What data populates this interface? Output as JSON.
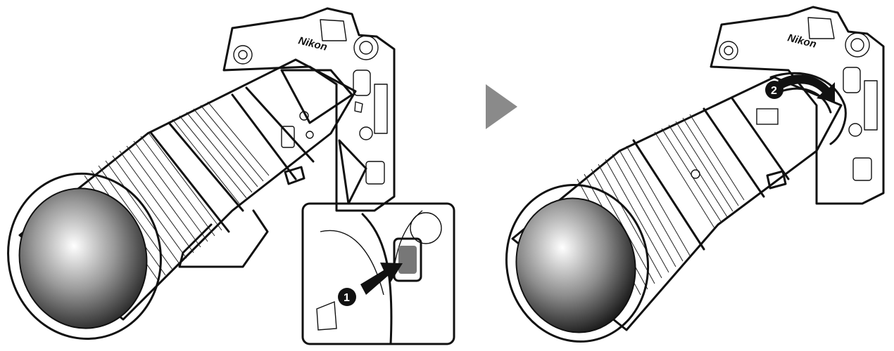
{
  "diagram": {
    "brand_mark": "Nikon",
    "steps": [
      {
        "number": "1",
        "motion": "press",
        "panel": "left-inset"
      },
      {
        "number": "2",
        "motion": "rotate",
        "panel": "right"
      }
    ],
    "colors": {
      "ink": "#111111",
      "background": "#ffffff",
      "next_arrow": "#8a8a8a"
    },
    "icons": [
      "next-step-arrow-icon",
      "push-arrow-icon",
      "rotate-arrow-icon"
    ]
  }
}
